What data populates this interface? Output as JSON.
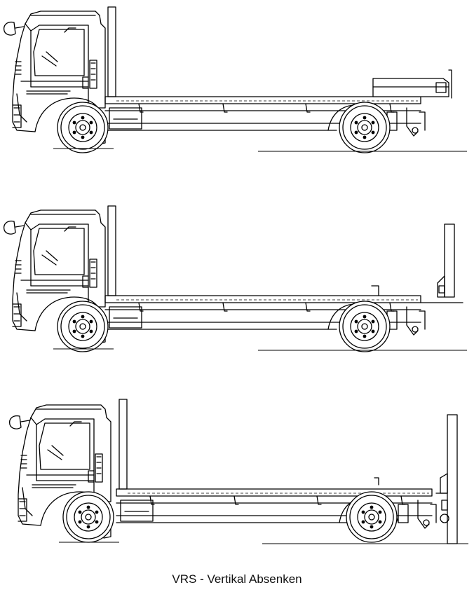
{
  "caption": "VRS - Vertikal Absenken",
  "colors": {
    "line": "#000000",
    "background": "#ffffff"
  },
  "views": [
    {
      "name": "rack-stowed",
      "rack_state": "folded"
    },
    {
      "name": "rack-raised",
      "rack_state": "upright"
    },
    {
      "name": "rack-lowered",
      "rack_state": "lowered"
    }
  ]
}
